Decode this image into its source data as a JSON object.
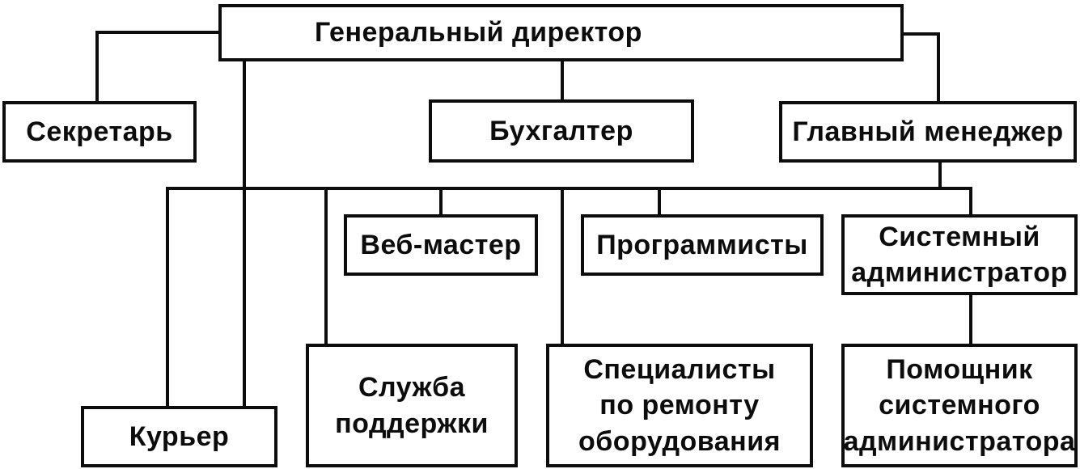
{
  "diagram": {
    "type": "org-chart",
    "language": "ru",
    "colors": {
      "background": "#ffffff",
      "box_fill": "#ffffff",
      "box_border": "#0c0c0c",
      "line": "#0c0c0c",
      "text": "#0c0c0c"
    },
    "nodes": [
      {
        "id": "general-director",
        "label": "Генеральный директор"
      },
      {
        "id": "secretary",
        "label": "Секретарь"
      },
      {
        "id": "accountant",
        "label": "Бухгалтер"
      },
      {
        "id": "chief-manager",
        "label": "Главный менеджер"
      },
      {
        "id": "webmaster",
        "label": "Веб-мастер"
      },
      {
        "id": "programmers",
        "label": "Программисты"
      },
      {
        "id": "sysadmin",
        "label": "Системный\nадминистратор"
      },
      {
        "id": "courier",
        "label": "Курьер"
      },
      {
        "id": "support-service",
        "label": "Служба\nподдержки"
      },
      {
        "id": "repair-specialists",
        "label": "Специалисты\nпо ремонту\nоборудования"
      },
      {
        "id": "sysadmin-assistant",
        "label": "Помощник\nсистемного\nадминистратора"
      }
    ],
    "edges": [
      {
        "from": "general-director",
        "to": "secretary"
      },
      {
        "from": "general-director",
        "to": "accountant"
      },
      {
        "from": "general-director",
        "to": "chief-manager"
      },
      {
        "from": "general-director",
        "to": "courier"
      },
      {
        "from": "chief-manager",
        "to": "courier"
      },
      {
        "from": "chief-manager",
        "to": "support-service"
      },
      {
        "from": "chief-manager",
        "to": "webmaster"
      },
      {
        "from": "chief-manager",
        "to": "repair-specialists"
      },
      {
        "from": "chief-manager",
        "to": "programmers"
      },
      {
        "from": "chief-manager",
        "to": "sysadmin"
      },
      {
        "from": "sysadmin",
        "to": "sysadmin-assistant"
      }
    ]
  }
}
